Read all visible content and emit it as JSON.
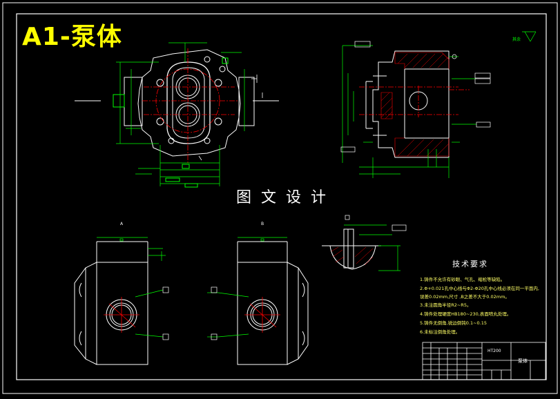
{
  "drawing_title": "A1-泵体",
  "watermark": "图文设计",
  "views": {
    "view_a": "A",
    "view_b": "B"
  },
  "roughness_note": "其余",
  "technical_requirements": {
    "heading": "技术要求",
    "items": [
      "1.铸件不允许有砂眼、气孔、缩松等缺陷。",
      "2.Φ+0.021孔中心线与Φ2-Φ20孔中心线必须在同一平面内,",
      "  误差0.02mm,尺寸  ,B之差不大于0.02mm。",
      "3.未注圆角半径R2~R5。",
      "4.铸件处理硬度HB180~230,表面喷丸处理。",
      "5.铸件无倒角,锐边倒钝0.1~0.15",
      "6.未标注倒角处理。"
    ]
  },
  "title_block": {
    "material": "HT200",
    "part_name": "泵体"
  },
  "colors": {
    "background": "#000000",
    "outline": "#ffffff",
    "dimension": "#00ff00",
    "centerline": "#ff0000",
    "title": "#ffff00",
    "hatch": "#ff0000"
  }
}
